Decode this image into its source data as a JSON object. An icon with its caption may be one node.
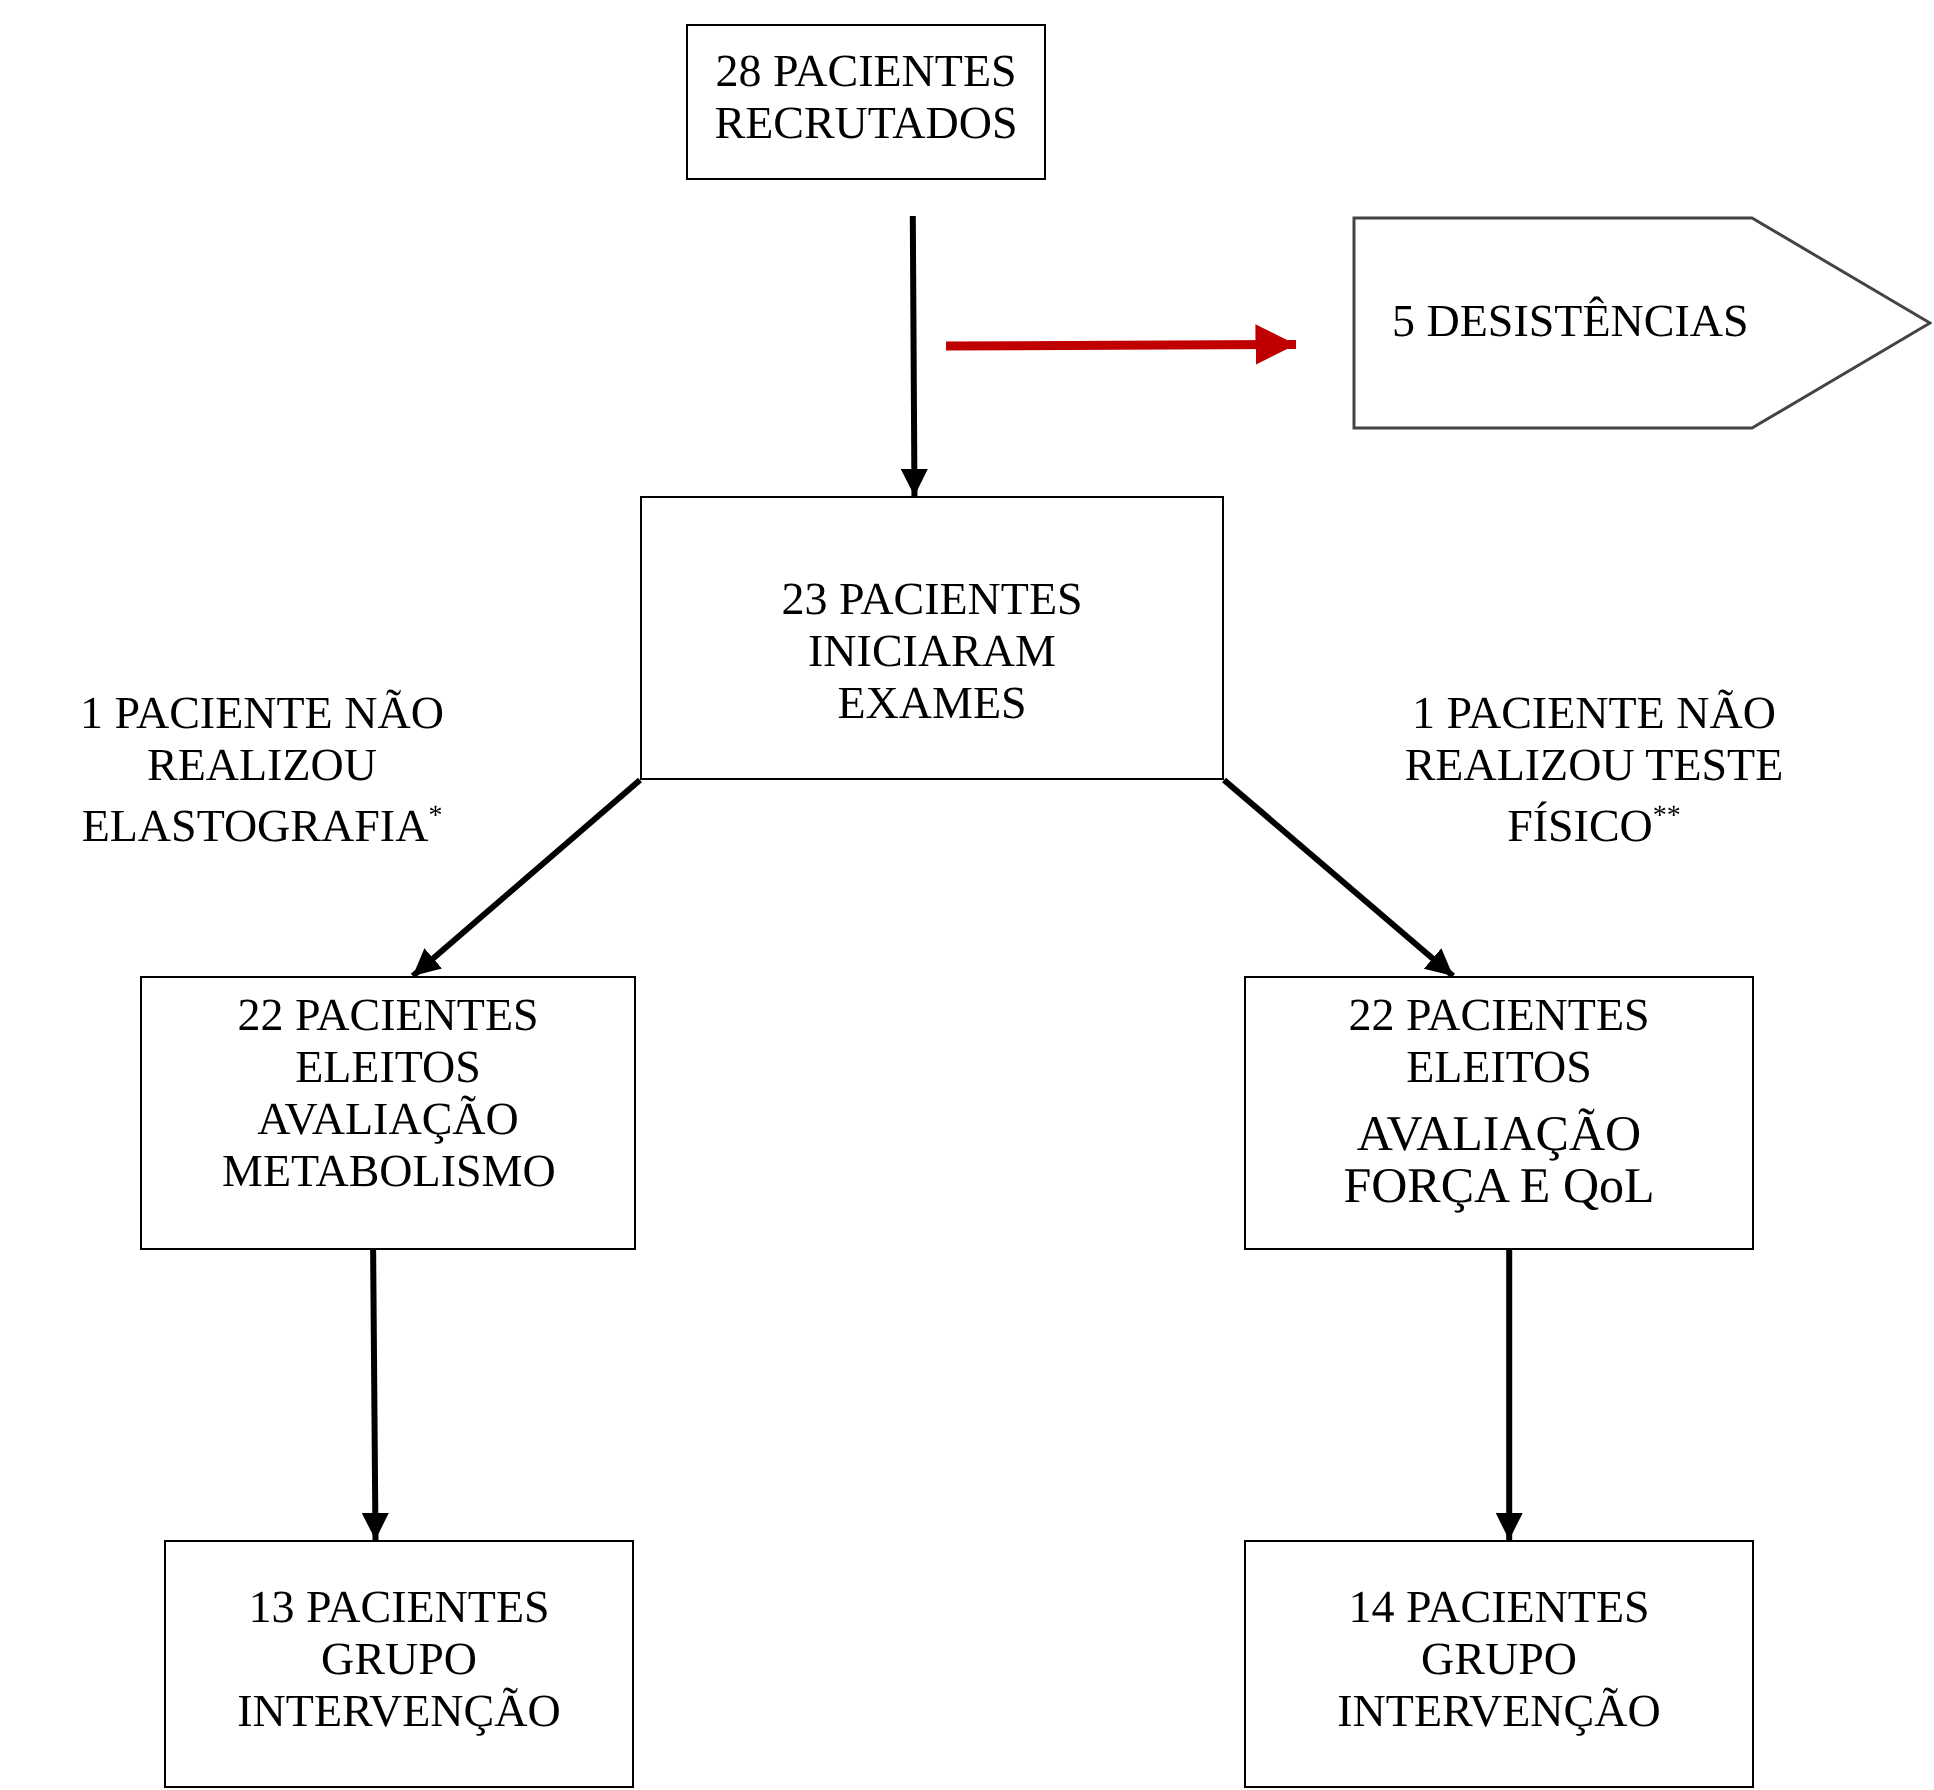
{
  "diagram": {
    "nodes": [
      {
        "text": [
          "28 PACIENTES RECRUTADOS"
        ]
      },
      {
        "text": [
          "5 DESISTÊNCIAS"
        ]
      },
      {
        "text": [
          "23 PACIENTES INICIARAM EXAMES"
        ]
      },
      {
        "text": [
          "22 PACIENTES ELEITOS AVALIAÇÃO METABOLISMO"
        ]
      },
      {
        "text": [
          "22 PACIENTES ELEITOS",
          "AVALIAÇÃO FORÇA E QoL"
        ]
      },
      {
        "text": [
          "13 PACIENTES GRUPO INTERVENÇÃO"
        ]
      },
      {
        "text": [
          "14 PACIENTES GRUPO INTERVENÇÃO"
        ]
      }
    ],
    "edges": [
      {
        "from": 0,
        "to": 2,
        "arrow": "to"
      },
      {
        "from": null,
        "to": 1,
        "arrow": "to",
        "color": "#c00000"
      },
      {
        "from": 2,
        "to": 3,
        "arrow": "to"
      },
      {
        "from": 2,
        "to": 4,
        "arrow": "to"
      },
      {
        "from": 3,
        "to": 5,
        "arrow": "to"
      },
      {
        "from": 4,
        "to": 6,
        "arrow": "to"
      }
    ],
    "labels": [
      "1 PACIENTE NÃO REALIZOU ELASTOGRAFIA$^{*}$",
      "1 PACIENTE NÃO REALIZOU TESTE FÍSICO$^{**}$"
    ]
  }
}
